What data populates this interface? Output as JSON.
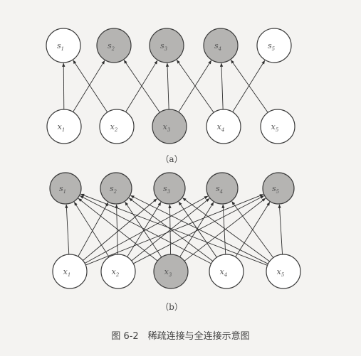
{
  "caption": "图 6-2　稀疏连接与全连接示意图",
  "colors": {
    "shaded": "#b5b4b2",
    "empty": "#ffffff",
    "stroke": "#3a3a3a",
    "edge": "#2f2f2f"
  },
  "diagrams": [
    {
      "label": "（a）",
      "top": [
        {
          "base": "s",
          "sub": "1",
          "shaded": false
        },
        {
          "base": "s",
          "sub": "2",
          "shaded": true
        },
        {
          "base": "s",
          "sub": "3",
          "shaded": true
        },
        {
          "base": "s",
          "sub": "4",
          "shaded": true
        },
        {
          "base": "s",
          "sub": "5",
          "shaded": false
        }
      ],
      "bottom": [
        {
          "base": "x",
          "sub": "1",
          "shaded": false
        },
        {
          "base": "x",
          "sub": "2",
          "shaded": false
        },
        {
          "base": "x",
          "sub": "3",
          "shaded": true
        },
        {
          "base": "x",
          "sub": "4",
          "shaded": false
        },
        {
          "base": "x",
          "sub": "5",
          "shaded": false
        }
      ],
      "edges": [
        [
          0,
          0
        ],
        [
          0,
          1
        ],
        [
          1,
          0
        ],
        [
          1,
          2
        ],
        [
          2,
          1
        ],
        [
          2,
          2
        ],
        [
          2,
          3
        ],
        [
          3,
          2
        ],
        [
          3,
          3
        ],
        [
          3,
          4
        ],
        [
          4,
          3
        ]
      ]
    },
    {
      "label": "（b）",
      "top": [
        {
          "base": "s",
          "sub": "1",
          "shaded": true
        },
        {
          "base": "s",
          "sub": "2",
          "shaded": true
        },
        {
          "base": "s",
          "sub": "3",
          "shaded": true
        },
        {
          "base": "s",
          "sub": "4",
          "shaded": true
        },
        {
          "base": "s",
          "sub": "5",
          "shaded": true
        }
      ],
      "bottom": [
        {
          "base": "x",
          "sub": "1",
          "shaded": false
        },
        {
          "base": "x",
          "sub": "2",
          "shaded": false
        },
        {
          "base": "x",
          "sub": "3",
          "shaded": true
        },
        {
          "base": "x",
          "sub": "4",
          "shaded": false
        },
        {
          "base": "x",
          "sub": "5",
          "shaded": false
        }
      ],
      "edges": "all"
    }
  ]
}
